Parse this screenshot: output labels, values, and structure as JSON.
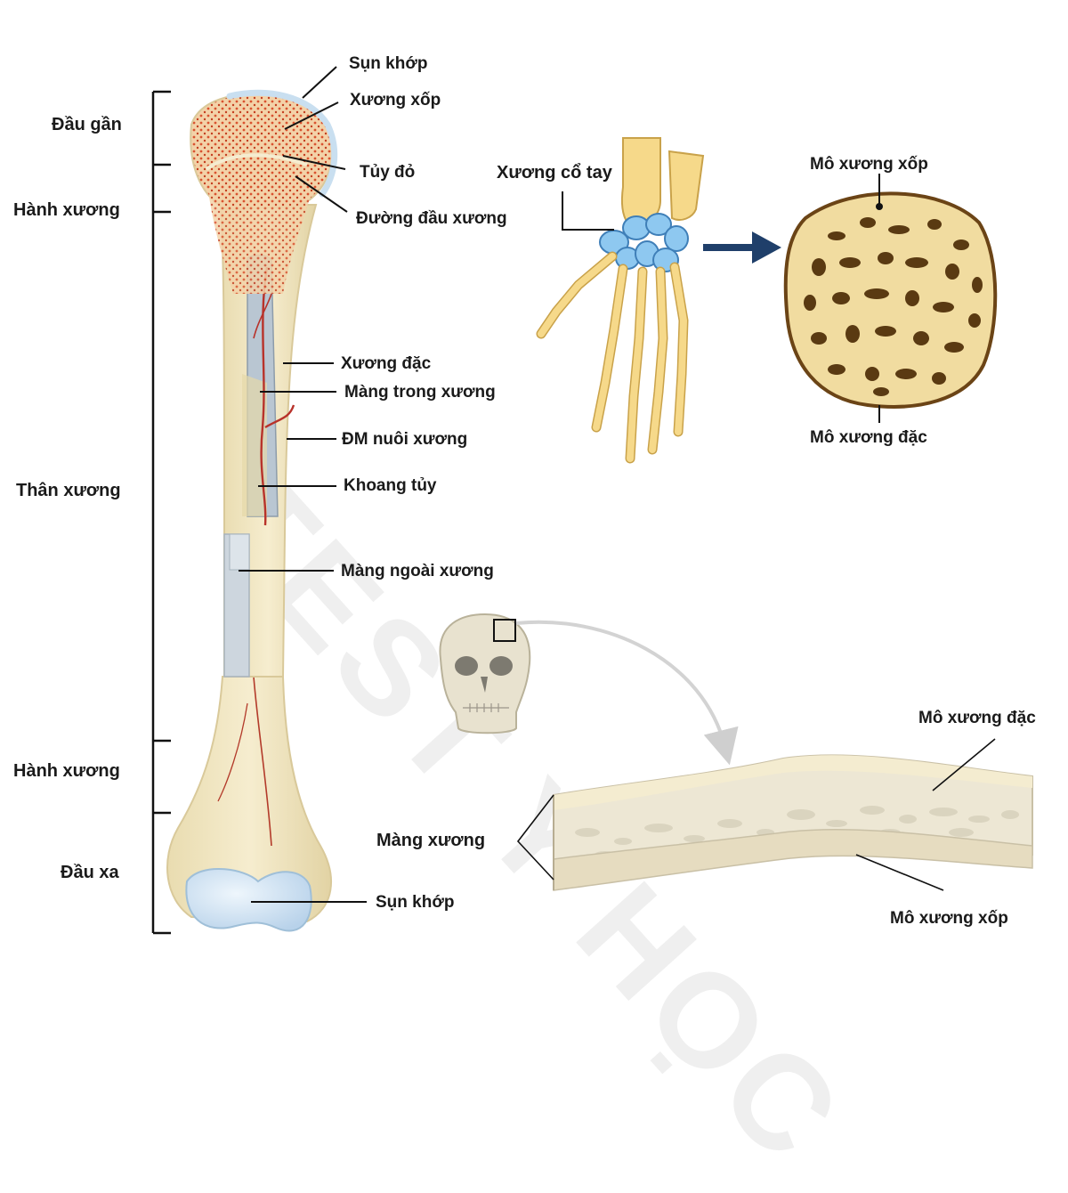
{
  "watermark": "TEST Y HỌC",
  "long_bone": {
    "regions": {
      "proximal_epiphysis": "Đầu gần",
      "proximal_metaphysis": "Hành xương",
      "diaphysis": "Thân xương",
      "distal_metaphysis": "Hành xương",
      "distal_epiphysis": "Đầu xa"
    },
    "labels": {
      "articular_cartilage_top": "Sụn khớp",
      "spongy_bone": "Xương xốp",
      "red_marrow": "Tủy đỏ",
      "epiphyseal_line": "Đường đầu xương",
      "compact_bone": "Xương đặc",
      "endosteum": "Màng trong xương",
      "nutrient_artery": "ĐM nuôi xương",
      "medullary_cavity": "Khoang tủy",
      "periosteum": "Màng ngoài xương",
      "articular_cartilage_bottom": "Sụn khớp"
    }
  },
  "hand": {
    "carpal_label": "Xương cổ tay"
  },
  "carpal_section": {
    "spongy_label": "Mô xương xốp",
    "compact_label": "Mô xương đặc"
  },
  "skull_section": {
    "compact_label": "Mô xương đặc",
    "periosteum_label": "Màng xương",
    "spongy_label": "Mô xương xốp"
  },
  "colors": {
    "bone_fill": "#f2e6bf",
    "spongy_red": "#d9522f",
    "hand_bone": "#f6d98a",
    "carpal_blue": "#8ec8f0",
    "section_dark": "#5a3a12",
    "arrow_navy": "#1f3f6a",
    "cartilage": "#c9dff0"
  }
}
